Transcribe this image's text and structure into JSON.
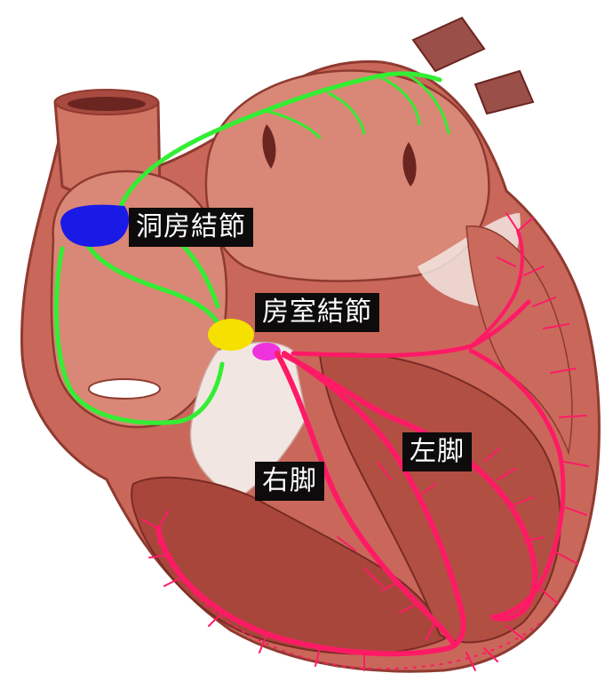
{
  "labels": {
    "sa_node": "洞房結節",
    "av_node": "房室結節",
    "right_bundle": "右脚",
    "left_bundle": "左脚"
  },
  "colors": {
    "background": "#ffffff",
    "heart_outer": "#c9685a",
    "heart_wall": "#b5574b",
    "heart_inner": "#e08a78",
    "chamber_dark": "#8f3a30",
    "septum_light": "#f2e6e2",
    "conduction_sa_pathway": "#33ee33",
    "sa_node": "#1a1ae6",
    "av_node": "#f5e000",
    "his_bundle": "#ee33dd",
    "purkinje": "#ff1a66",
    "label_bg": "#0d0b0b",
    "label_text": "#ffffff"
  }
}
